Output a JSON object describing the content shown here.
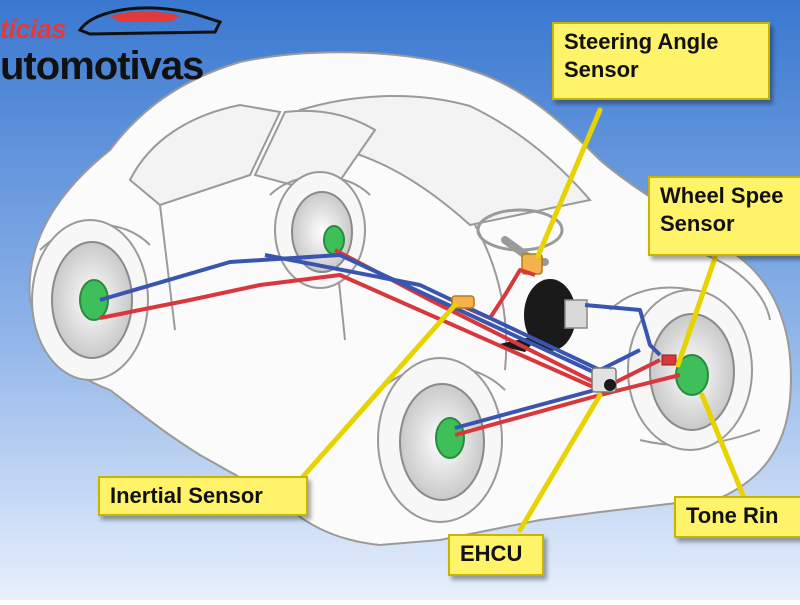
{
  "logo": {
    "line1": "tícias",
    "line2": "utomotivas"
  },
  "labels": {
    "steering_angle_sensor": [
      "Steering Angle",
      "Sensor"
    ],
    "wheel_speed_sensor": [
      "Wheel Spee",
      "Sensor"
    ],
    "inertial_sensor": "Inertial Sensor",
    "ehcu": "EHCU",
    "tone_ring": "Tone Rin"
  },
  "colors": {
    "background_top": "#3a78d0",
    "background_bottom": "#e8f0fb",
    "callout_fill": "#fff36a",
    "brake_line_red": "#d8373b",
    "brake_line_blue": "#3a55b0",
    "sensor_green": "#3fbf5a",
    "leader_line": "#e8d200"
  }
}
